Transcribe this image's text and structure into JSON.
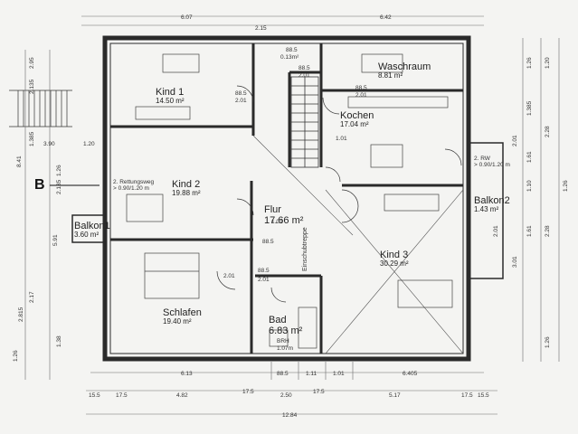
{
  "rooms": {
    "kind1": {
      "name": "Kind 1",
      "area": "14.50 m²"
    },
    "kind2": {
      "name": "Kind 2",
      "area": "19.88 m²"
    },
    "schlafen": {
      "name": "Schlafen",
      "area": "19.40 m²"
    },
    "flur": {
      "name": "Flur",
      "area": "17.66 m²"
    },
    "bad": {
      "name": "Bad",
      "area": "6.83 m²"
    },
    "waschraum": {
      "name": "Waschraum",
      "area": "8.81 m²"
    },
    "kochen": {
      "name": "Kochen",
      "area": "17.04 m²"
    },
    "kind3": {
      "name": "Kind 3",
      "area": "30.29 m²"
    },
    "balkon1": {
      "name": "Balkon1",
      "area": "3.60 m²"
    },
    "balkon2": {
      "name": "Balkon2",
      "area": "1.43 m²"
    }
  },
  "notes": {
    "rettungsweg_left": "2. Rettungsweg",
    "rettungsweg_left_size": "> 0.90/1.20 m",
    "rw_right": "2. RW",
    "rw_right_size": "> 0.90/1.20 m",
    "einschubtreppe": "Einschubtreppe",
    "section_marker": "B"
  },
  "dimensions": {
    "top": [
      "6.07",
      "2.15",
      "6.42"
    ],
    "bottom_row1": [
      "6.13",
      "88.5",
      "1.11",
      "1.01",
      "6.405"
    ],
    "bottom_row2": [
      "15.5",
      "17.5",
      "4.82",
      "17.5",
      "2.50",
      "17.5",
      "5.17",
      "17.5",
      "15.5"
    ],
    "bottom_row3": [
      "12.84"
    ],
    "inner": [
      "88.5",
      "0.13m²",
      "88.5",
      "2.01",
      "88.5",
      "2.01",
      "1.01",
      "88.5",
      "2.01",
      "88.5",
      "1.01",
      "BRH",
      "1.07m",
      "2.01",
      "88.5",
      "2.01"
    ],
    "left": [
      "2.95",
      "2.135",
      "1.385",
      "3.90",
      "1.20",
      "8.41",
      "2.135",
      "1.26",
      "5.91",
      "2.17",
      "2.815",
      "1.38",
      "1.26"
    ],
    "right": [
      "1.26",
      "1.20",
      "1.385",
      "2.28",
      "1.61",
      "2.01",
      "1.10",
      "1.26",
      "1.61",
      "2.28",
      "2.01",
      "3.01",
      "1.26"
    ]
  },
  "colors": {
    "line": "#2a2a2a",
    "paper": "#f4f4f2",
    "grid": "#6a6a6a"
  }
}
